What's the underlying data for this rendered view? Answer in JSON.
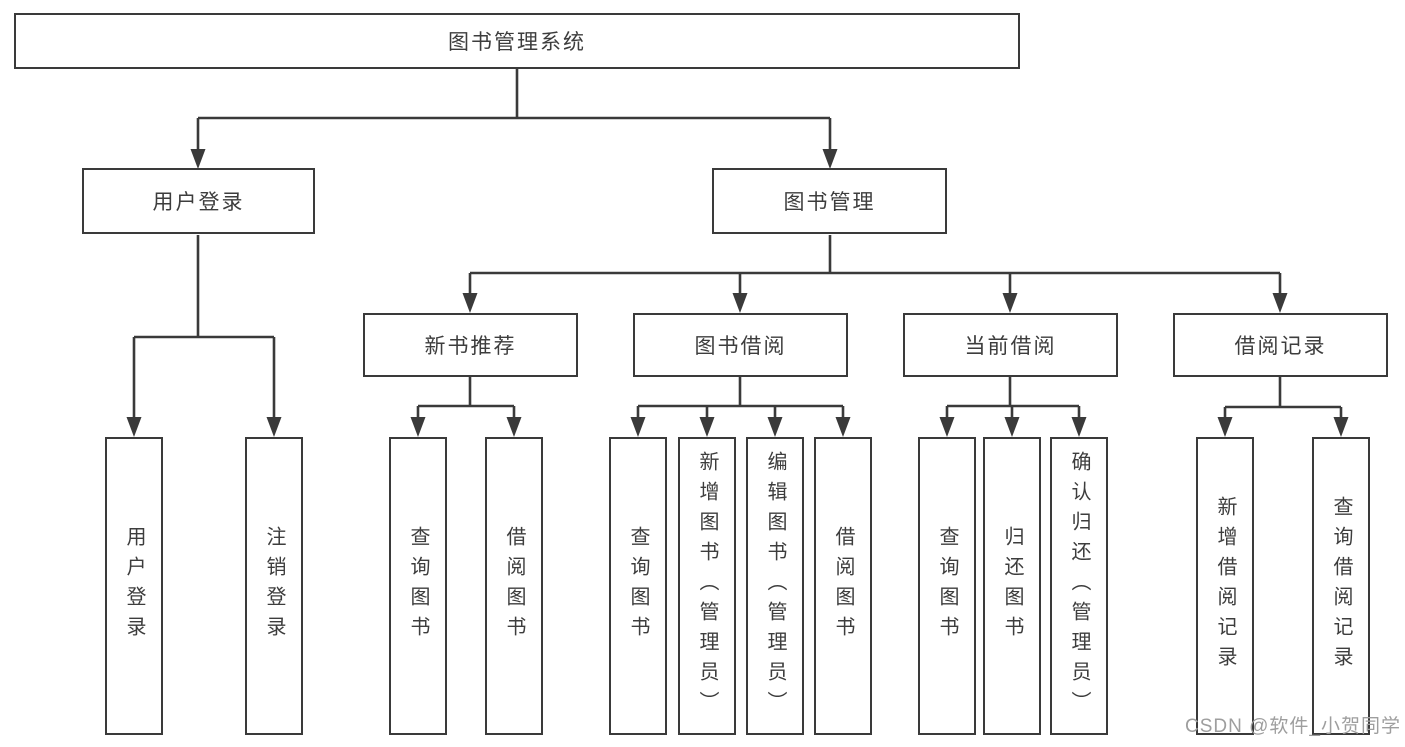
{
  "diagram": {
    "root": {
      "label": "图书管理系统",
      "children": [
        {
          "label": "用户登录",
          "children": [
            {
              "label": "用户登录"
            },
            {
              "label": "注销登录"
            }
          ]
        },
        {
          "label": "图书管理",
          "children": [
            {
              "label": "新书推荐",
              "children": [
                {
                  "label": "查询图书"
                },
                {
                  "label": "借阅图书"
                }
              ]
            },
            {
              "label": "图书借阅",
              "children": [
                {
                  "label": "查询图书"
                },
                {
                  "label": "新增图书（管理员）"
                },
                {
                  "label": "编辑图书（管理员）"
                },
                {
                  "label": "借阅图书"
                }
              ]
            },
            {
              "label": "当前借阅",
              "children": [
                {
                  "label": "查询图书"
                },
                {
                  "label": "归还图书"
                },
                {
                  "label": "确认归还（管理员）"
                }
              ]
            },
            {
              "label": "借阅记录",
              "children": [
                {
                  "label": "新增借阅记录"
                },
                {
                  "label": "查询借阅记录"
                }
              ]
            }
          ]
        }
      ]
    },
    "watermark": "CSDN @软件_小贺同学",
    "colors": {
      "line": "#3a3a3a",
      "text": "#3d3d3d",
      "watermark": "#9e9e9e",
      "background": "#ffffff"
    }
  }
}
